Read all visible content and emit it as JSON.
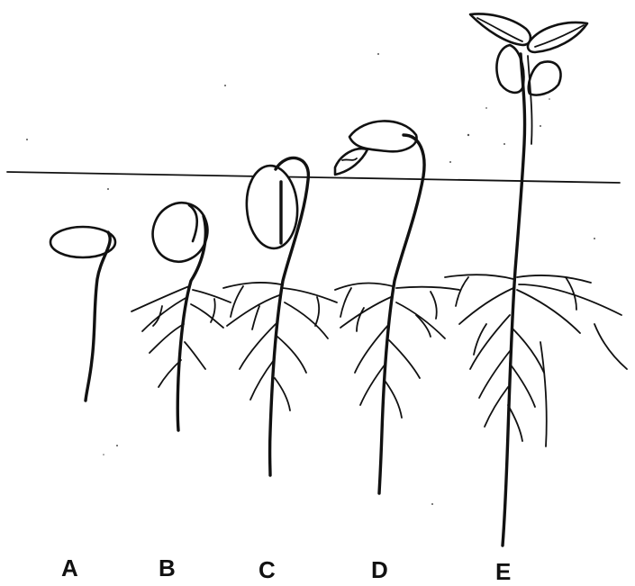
{
  "diagram": {
    "stages": [
      {
        "id": "A",
        "label": "A"
      },
      {
        "id": "B",
        "label": "B"
      },
      {
        "id": "C",
        "label": "C"
      },
      {
        "id": "D",
        "label": "D"
      },
      {
        "id": "E",
        "label": "E"
      }
    ],
    "colors": {
      "ink": "#111111",
      "background": "#ffffff"
    }
  }
}
